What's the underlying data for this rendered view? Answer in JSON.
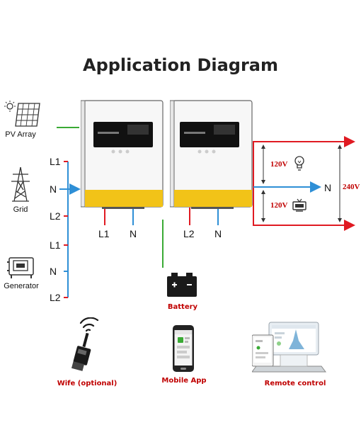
{
  "title": "Application Diagram",
  "sources": {
    "pv": "PV Array",
    "grid": "Grid",
    "generator": "Generator"
  },
  "phases": {
    "grid": [
      "L1",
      "N",
      "L2"
    ],
    "generator": [
      "L1",
      "N",
      "L2"
    ]
  },
  "inverters": [
    {
      "output_line": "L1",
      "output_neutral": "N"
    },
    {
      "output_line": "L2",
      "output_neutral": "N"
    }
  ],
  "loads": {
    "voltage_top": "120V",
    "voltage_bottom": "120V",
    "neutral": "N",
    "voltage_total": "240V"
  },
  "labels": {
    "battery": "Battery",
    "wifi": "Wife (optional)",
    "mobile": "Mobile App",
    "remote": "Remote control"
  },
  "colors": {
    "line_blue": "#2e8fd6",
    "line_red": "#e01a22",
    "line_green": "#3aaa35",
    "inverter_yellow": "#f2c318",
    "caption_red": "#c00000"
  }
}
